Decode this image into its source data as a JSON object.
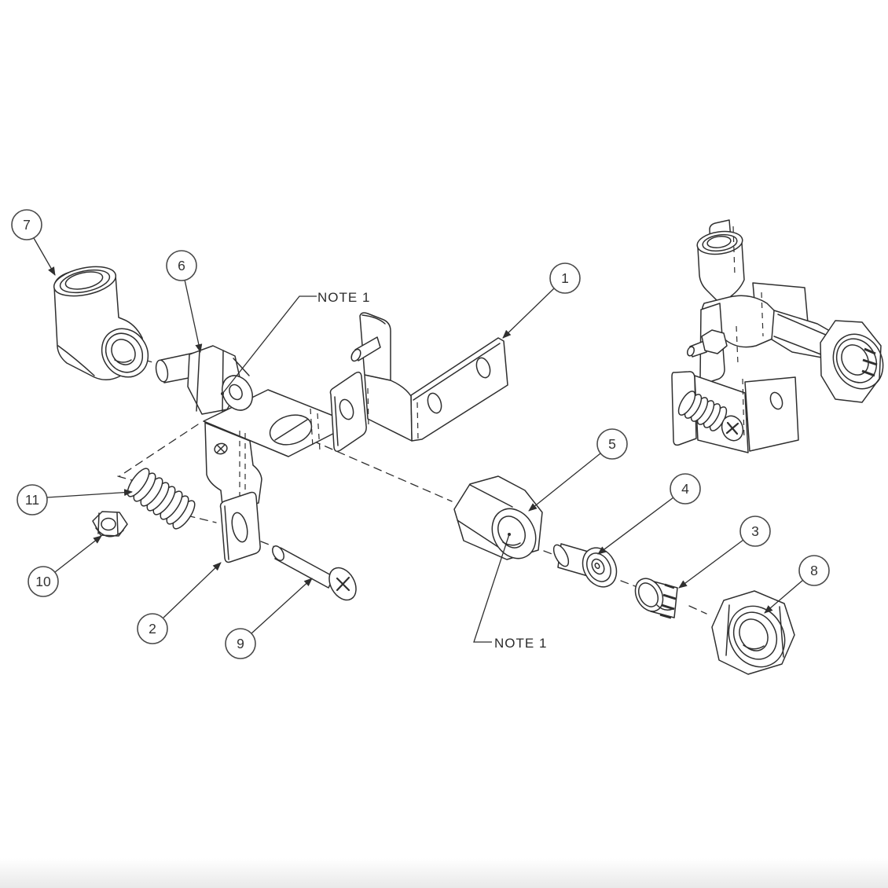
{
  "diagram": {
    "type": "exploded-parts-diagram",
    "note_labels": {
      "top": "NOTE 1",
      "bottom": "NOTE 1"
    },
    "callouts": [
      {
        "label": "1"
      },
      {
        "label": "2"
      },
      {
        "label": "3"
      },
      {
        "label": "4"
      },
      {
        "label": "5"
      },
      {
        "label": "6"
      },
      {
        "label": "7"
      },
      {
        "label": "8"
      },
      {
        "label": "9"
      },
      {
        "label": "10"
      },
      {
        "label": "11"
      }
    ]
  },
  "colors": {
    "line": "#2f2f2f",
    "callout-stroke": "#4a4a4a",
    "text": "#2b2b2b",
    "background": "#ffffff",
    "bottom-shade": "#e9e9e9"
  }
}
